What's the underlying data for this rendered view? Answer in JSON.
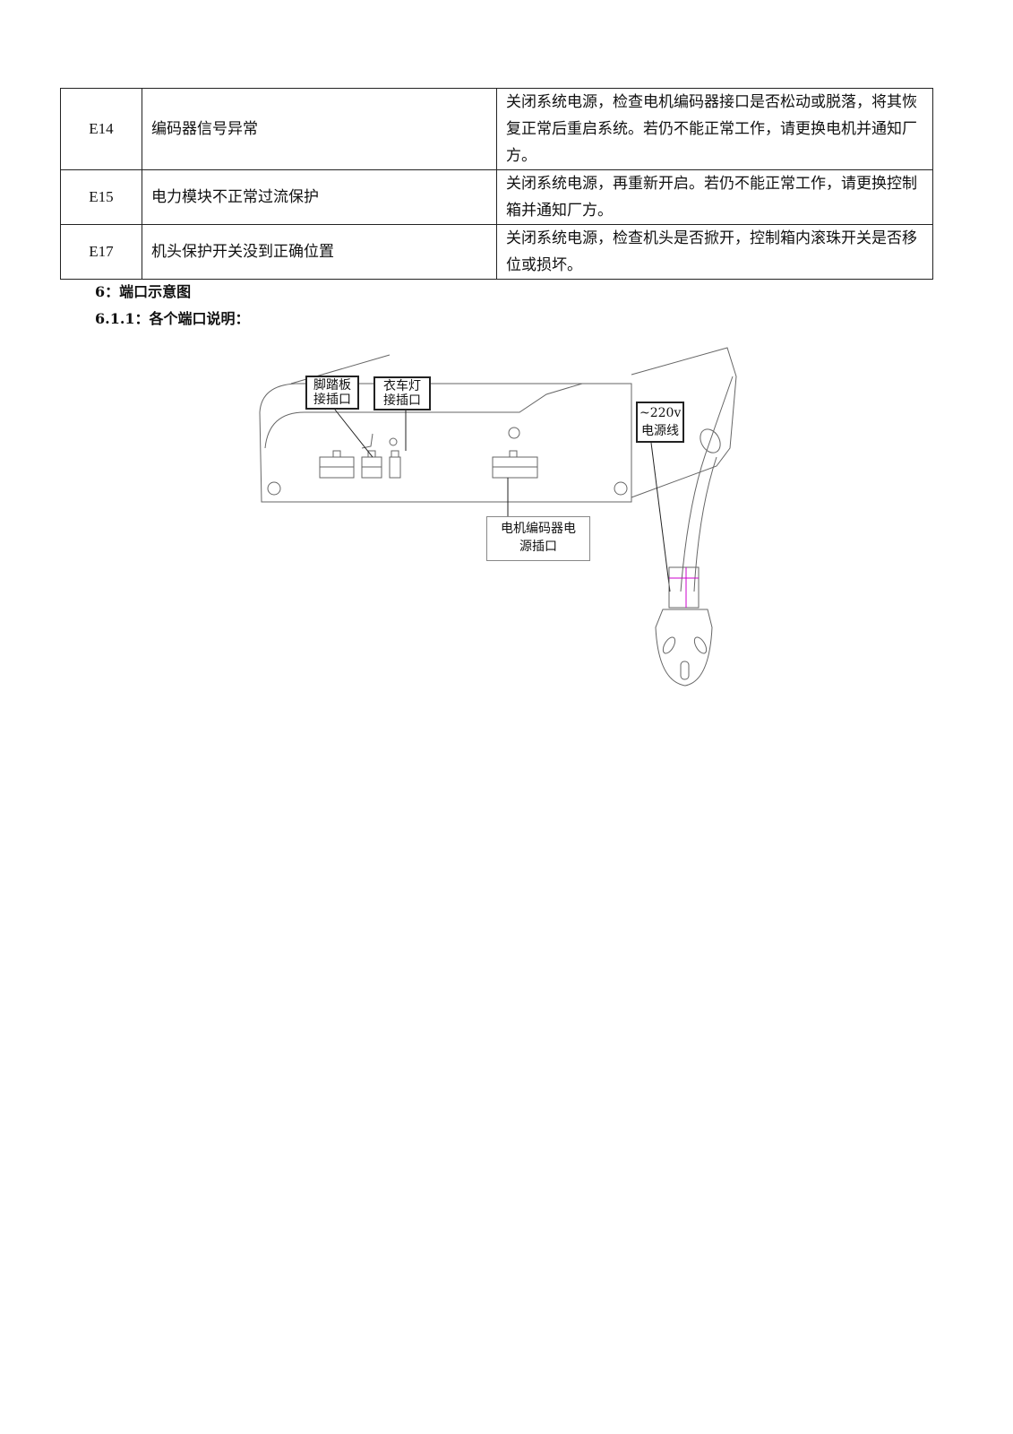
{
  "error_table": [
    {
      "code": "E14",
      "description": "编码器信号异常",
      "solution": "关闭系统电源，检查电机编码器接口是否松动或脱落，将其恢复正常后重启系统。若仍不能正常工作，请更换电机并通知厂方。"
    },
    {
      "code": "E15",
      "description": "电力模块不正常过流保护",
      "solution": "关闭系统电源，再重新开启。若仍不能正常工作，请更换控制箱并通知厂方。"
    },
    {
      "code": "E17",
      "description": "机头保护开关没到正确位置",
      "solution": "关闭系统电源，检查机头是否掀开，控制箱内滚珠开关是否移位或损坏。"
    }
  ],
  "section_heading": "6：端口示意图",
  "subsection_heading": "6.1.1：各个端口说明：",
  "diagram": {
    "pedal_label_1": "脚踏板",
    "pedal_label_2": "接插口",
    "lamp_label_1": "衣车灯",
    "lamp_label_2": "接插口",
    "power_label_1": "~220v",
    "power_label_2": "电源线",
    "motor_label_1": "电机编码器电",
    "motor_label_2": "源插口"
  }
}
